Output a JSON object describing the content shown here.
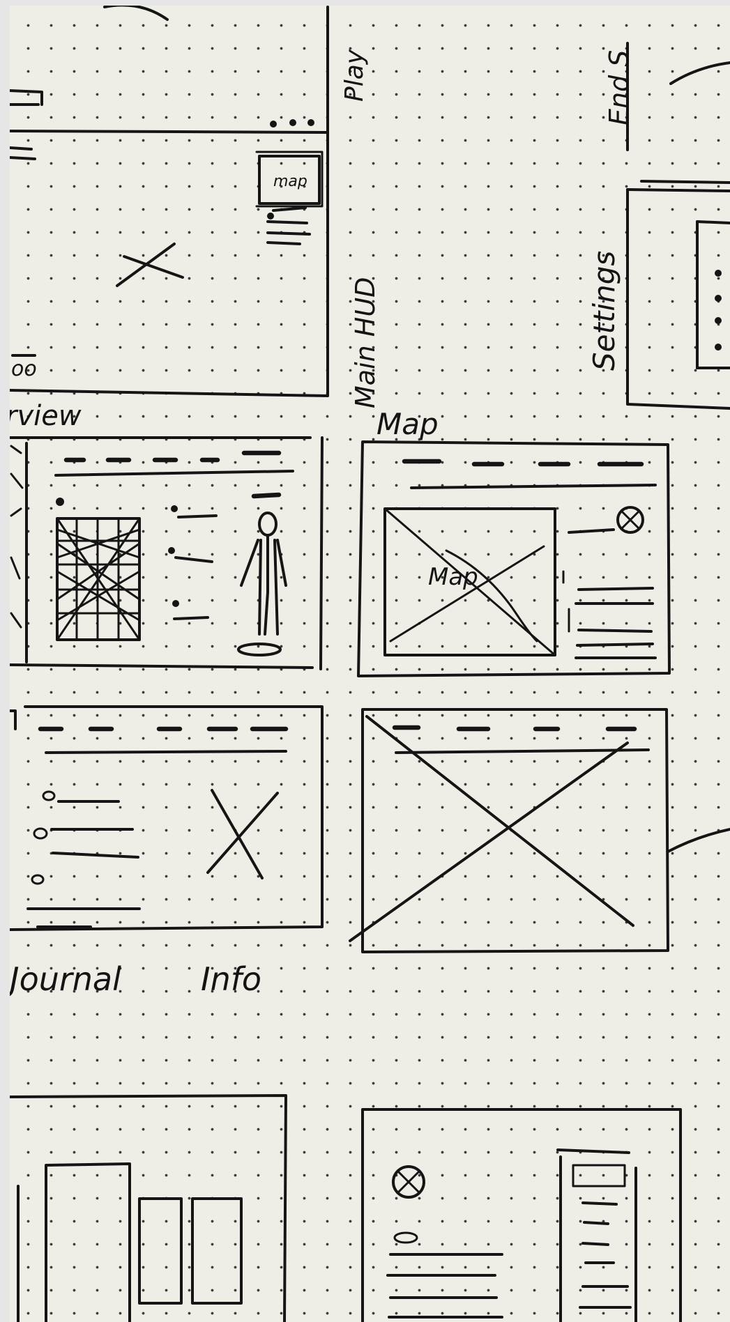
{
  "labels": {
    "play": "Play",
    "end": "End S",
    "main_hud": "Main HUD",
    "settings": "Settings",
    "overview": "rview",
    "map_title": "Map",
    "map_inner": "Map",
    "hud_map": "map",
    "journal": "Journal",
    "info": "Info",
    "hud_corner": "oo"
  },
  "colors": {
    "paper": "#efeee6",
    "ink": "#151515",
    "margin": "#e6e6e6"
  }
}
